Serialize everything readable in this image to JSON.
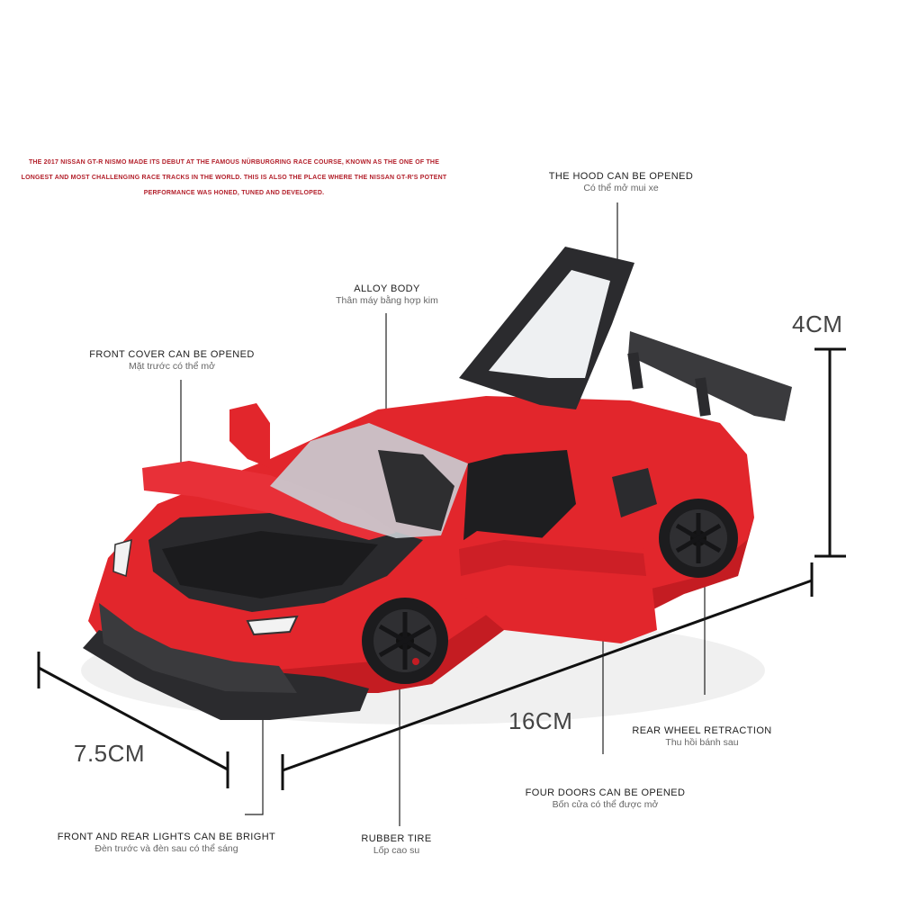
{
  "intro_text": "THE 2017 NISSAN GT-R NISMO MADE ITS DEBUT AT THE FAMOUS NÜRBURGRING RACE COURSE, KNOWN AS THE ONE OF THE LONGEST AND MOST CHALLENGING RACE TRACKS IN THE WORLD. THIS IS ALSO THE PLACE WHERE THE NISSAN GT-R'S POTENT PERFORMANCE WAS HONED, TUNED AND DEVELOPED.",
  "callouts": {
    "hood": {
      "en": "THE HOOD CAN BE OPENED",
      "vi": "Có thể mở mui xe"
    },
    "alloy": {
      "en": "ALLOY BODY",
      "vi": "Thân máy bằng hợp kim"
    },
    "front_cover": {
      "en": "FRONT COVER CAN BE OPENED",
      "vi": "Mặt trước có thể mở"
    },
    "rear_wheel": {
      "en": "REAR WHEEL RETRACTION",
      "vi": "Thu hồi bánh sau"
    },
    "doors": {
      "en": "FOUR DOORS CAN BE OPENED",
      "vi": "Bốn cửa có thể được mở"
    },
    "lights": {
      "en": "FRONT AND REAR LIGHTS CAN BE BRIGHT",
      "vi": "Đèn trước và đèn sau có thể sáng"
    },
    "tire": {
      "en": "RUBBER TIRE",
      "vi": "Lốp cao su"
    }
  },
  "dimensions": {
    "height": "4CM",
    "length": "16CM",
    "width": "7.5CM"
  },
  "colors": {
    "body": "#e2262c",
    "body_dark": "#b0161d",
    "trim": "#2b2b2e",
    "intro_text": "#b3202b"
  }
}
